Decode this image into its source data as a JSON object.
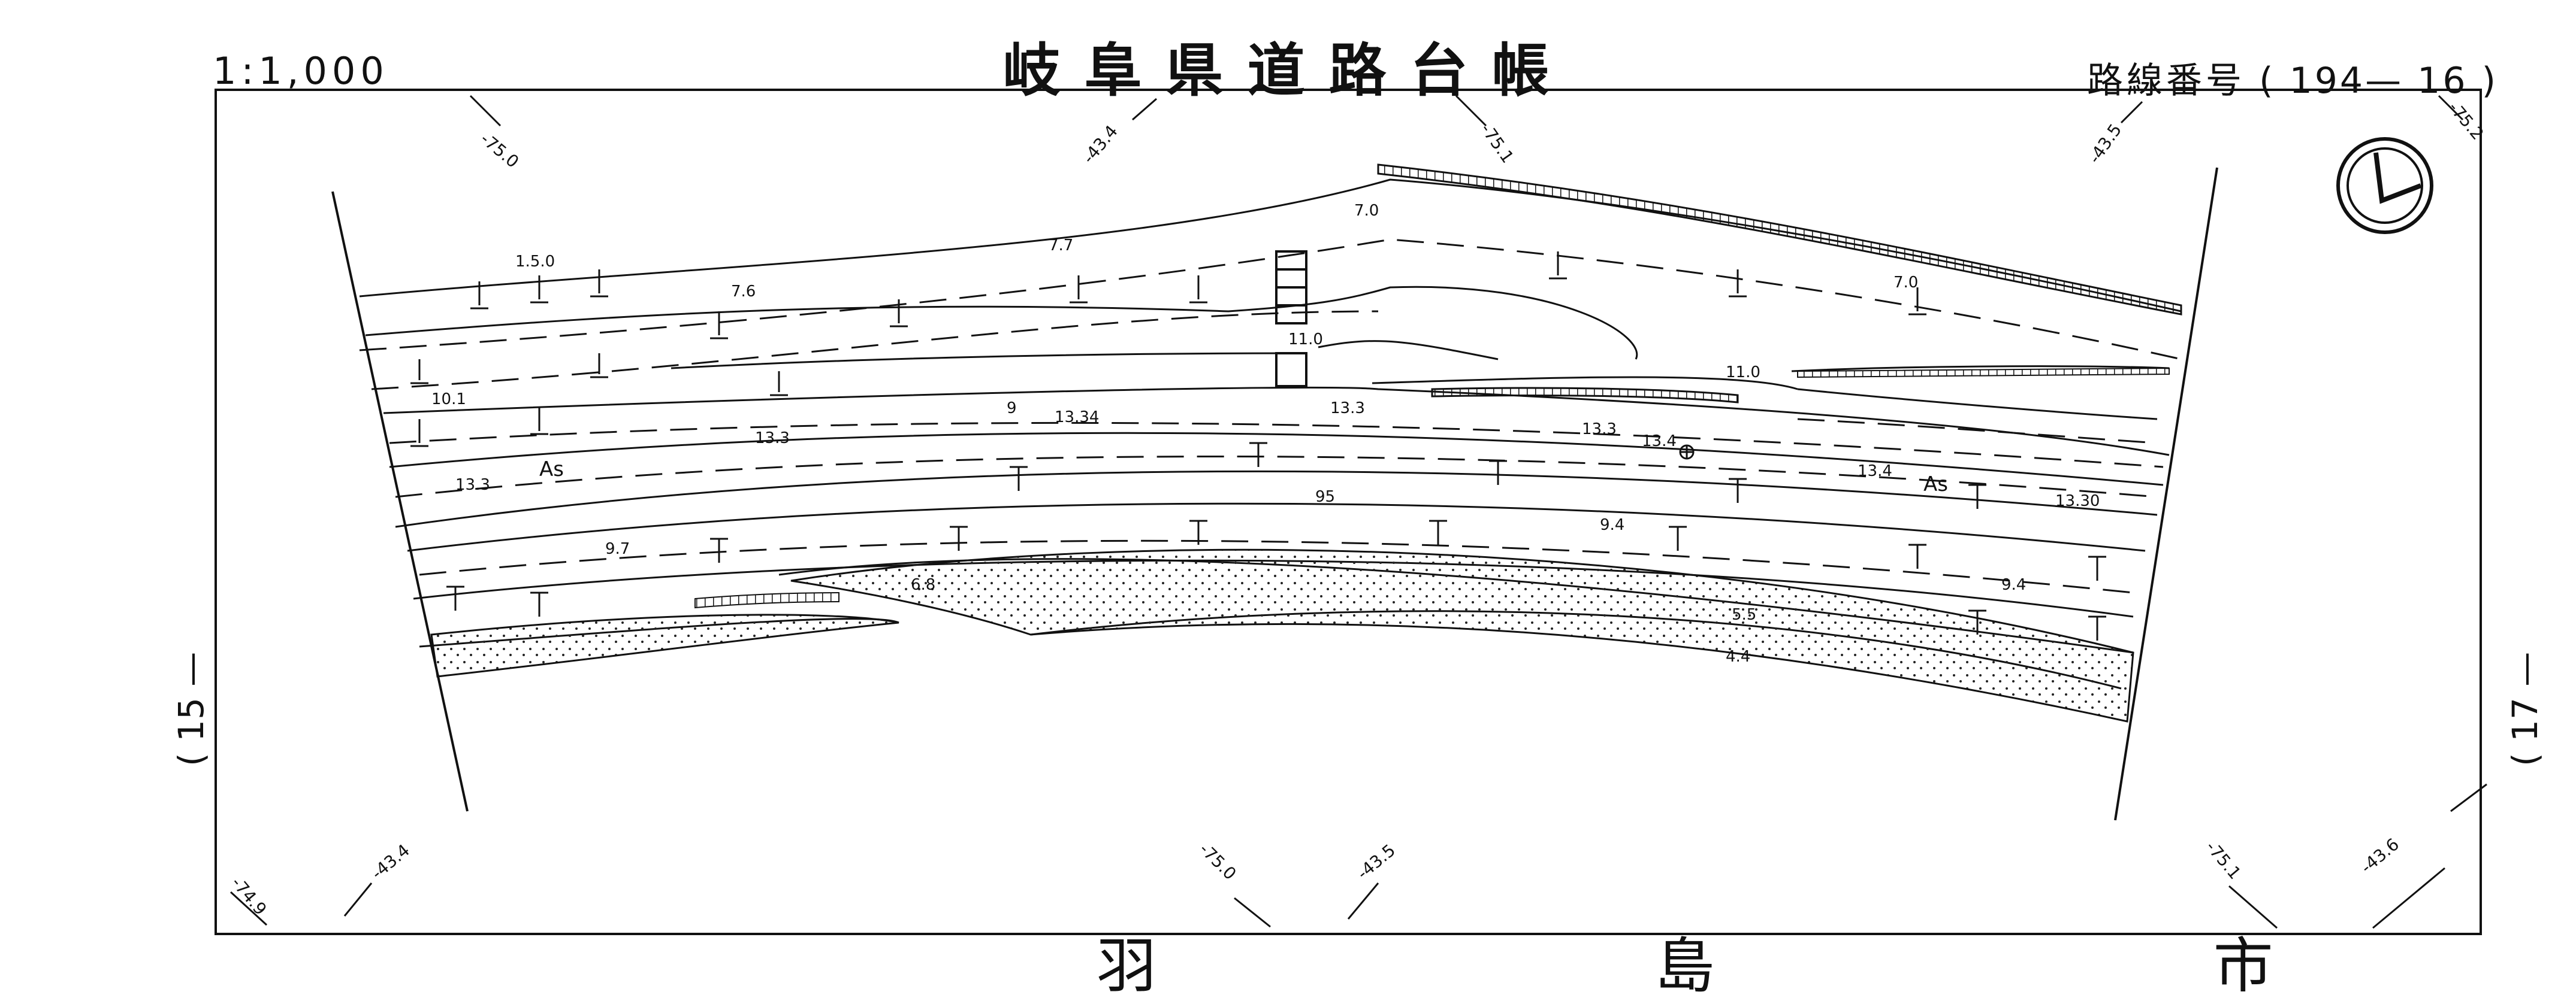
{
  "header": {
    "scale": "1:1,000",
    "title": "岐阜県道路台帳",
    "route_label": "路線番号",
    "route_number": "( 194— 16 )"
  },
  "sheet": {
    "left_adjacent": "( 15 —",
    "right_adjacent": "( 17 —"
  },
  "city": "羽 島 市",
  "grid_labels": {
    "top": [
      "-75.0",
      "-43.4",
      "-75.1",
      "-43.5",
      "-75.2"
    ],
    "bottom": [
      "-74.9",
      "-43.4",
      "-75.0",
      "-43.5",
      "-75.1",
      "-43.6"
    ]
  },
  "elevations": [
    "1.5.0",
    "7.6",
    "7.7",
    "7.0",
    "7.0",
    "11.0",
    "11.0",
    "10.1",
    "13.3",
    "13.34",
    "13.3",
    "13.3",
    "13.4",
    "13.4",
    "13.30",
    "13.3",
    "9.7",
    "6.8",
    "9.4",
    "9.4",
    "5.5",
    "4.4",
    "95",
    "9"
  ],
  "surface_labels": [
    "As",
    "As"
  ],
  "icons": [
    "north-arrow-icon",
    "benchmark-icon"
  ]
}
